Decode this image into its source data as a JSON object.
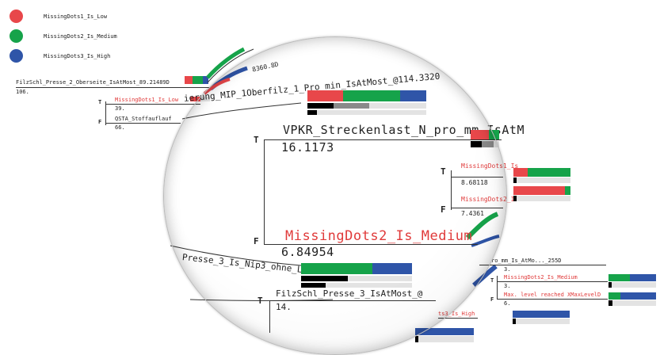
{
  "legend": [
    {
      "label": "MissingDots1_Is_Low",
      "color": "#e8474a"
    },
    {
      "label": "MissingDots2_Is_Medium",
      "color": "#16a34a"
    },
    {
      "label": "MissingDots3_Is_High",
      "color": "#2f55a8"
    }
  ],
  "tree": {
    "root_label": "FilzSchl_Presse_2_Oberseite_IsAtMost_89.21489D",
    "root_value": "106.",
    "root_t": "T",
    "root_f": "F",
    "branch_t_leaf_label": "MissingDots1_Is_Low",
    "branch_t_leaf_value": "39.",
    "branch_f_label": "QSTA_Stoffauflauf",
    "branch_f_value": "66.",
    "curved_top_label": "8360.8D",
    "lens_node_label": "ierung_MIP_1Oberfilz_1_Pro_min_IsAtMost_@114.3320",
    "node_vpkr_label": "VPKR_Streckenlast_N_pro_mm_IsAtM",
    "node_vpkr_value": "16.1173",
    "node_vpkr_t": "T",
    "node_vpkr_f": "F",
    "leaf_low_label": "MissingDots1_Is",
    "leaf_low_value": "8.68118",
    "leaf_medium_small_label": "MissingDots2_Is",
    "leaf_medium_small_value": "7.4361",
    "node_medium_label": "MissingDots2_Is_Medium",
    "node_medium_value": "6.84954",
    "node_presse3_label": "Presse_3_Is_Nip3_ohne_Last",
    "node_presse3_t": "T",
    "node_filz3_label": "FilzSchl_Presse_3_IsAtMost_@",
    "node_filz3_value": "14.",
    "leaf_high_small_label": "ts3_Is_High",
    "right_node_label": "ro_mm_Is_AtMo..._255D",
    "right_node_value": "3.",
    "right_t": "T",
    "right_f": "F",
    "right_leaf1_label": "MissingDots2_Is_Medium",
    "right_leaf2_label": "Max. level reached XMaxLevelD",
    "right_leaf2_value": "6."
  }
}
